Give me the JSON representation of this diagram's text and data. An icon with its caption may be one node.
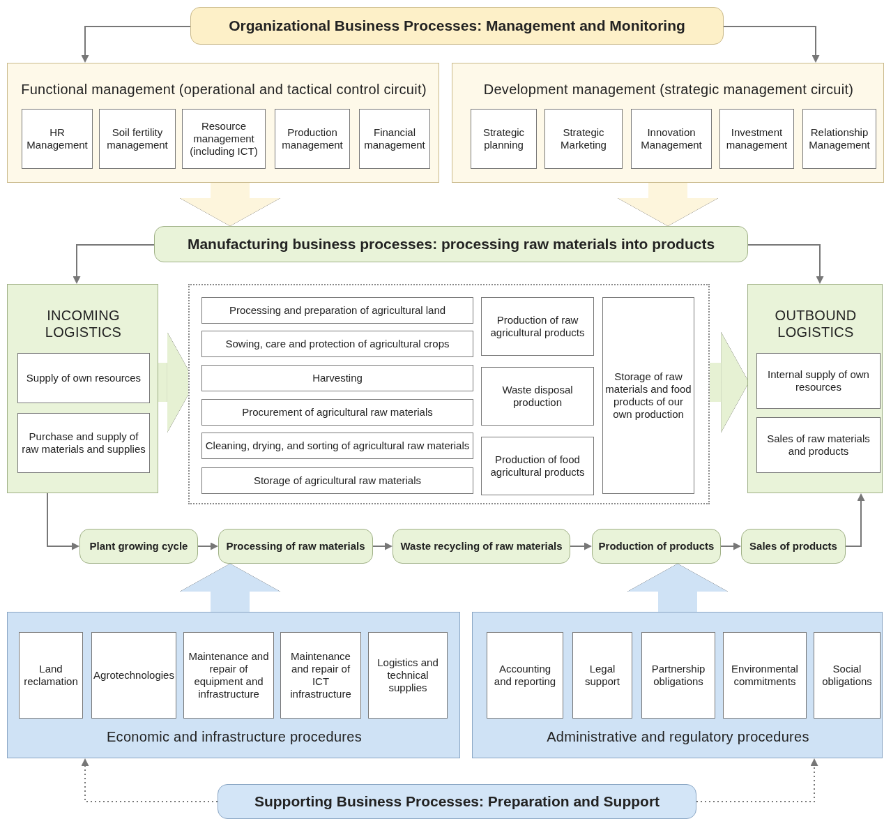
{
  "diagram": {
    "nodes": [
      {
        "text": [
          "Organizational Business Processes: Management and Monitoring"
        ]
      },
      {
        "text": [
          "Functional management (operational and tactical control circuit)"
        ]
      },
      {
        "text": [
          "HR Management"
        ],
        "in": 1
      },
      {
        "text": [
          "Soil fertility management"
        ],
        "in": 1
      },
      {
        "text": [
          "Resource management (including ICT)"
        ],
        "in": 1
      },
      {
        "text": [
          "Production management"
        ],
        "in": 1
      },
      {
        "text": [
          "Financial management"
        ],
        "in": 1
      },
      {
        "text": [
          "Development management (strategic management circuit)"
        ]
      },
      {
        "text": [
          "Strategic planning"
        ],
        "in": 7
      },
      {
        "text": [
          "Strategic Marketing"
        ],
        "in": 7
      },
      {
        "text": [
          "Innovation Management"
        ],
        "in": 7
      },
      {
        "text": [
          "Investment management"
        ],
        "in": 7
      },
      {
        "text": [
          "Relationship Management"
        ],
        "in": 7
      },
      {
        "text": [
          "Manufacturing business processes: processing raw materials into products"
        ]
      },
      {
        "text": [
          "INCOMING LOGISTICS"
        ]
      },
      {
        "text": [
          "Supply of own resources"
        ],
        "in": 14
      },
      {
        "text": [
          "Purchase and supply of raw materials and supplies"
        ],
        "in": 14
      },
      {
        "text": [],
        "shape": "box"
      },
      {
        "text": [
          "Processing and preparation of agricultural land"
        ],
        "in": 17
      },
      {
        "text": [
          "Sowing, care and protection of agricultural crops"
        ],
        "in": 17
      },
      {
        "text": [
          "Harvesting"
        ],
        "in": 17
      },
      {
        "text": [
          "Procurement of agricultural raw materials"
        ],
        "in": 17
      },
      {
        "text": [
          "Cleaning, drying, and sorting of agricultural raw materials"
        ],
        "in": 17
      },
      {
        "text": [
          "Storage of agricultural raw materials"
        ],
        "in": 17
      },
      {
        "text": [
          "Production of raw agricultural products"
        ],
        "in": 17
      },
      {
        "text": [
          "Waste disposal production"
        ],
        "in": 17
      },
      {
        "text": [
          "Production of food agricultural products"
        ],
        "in": 17
      },
      {
        "text": [
          "Storage of raw materials and food products of our own production"
        ],
        "in": 17
      },
      {
        "text": [
          "OUTBOUND LOGISTICS"
        ]
      },
      {
        "text": [
          "Internal supply of own resources"
        ],
        "in": 28
      },
      {
        "text": [
          "Sales of raw materials and products"
        ],
        "in": 28
      },
      {
        "text": [
          "Plant growing cycle"
        ]
      },
      {
        "text": [
          "Processing of raw materials"
        ]
      },
      {
        "text": [
          "Waste recycling of raw materials"
        ]
      },
      {
        "text": [
          "Production of products"
        ]
      },
      {
        "text": [
          "Sales of products"
        ]
      },
      {
        "text": [
          "Economic and infrastructure procedures"
        ]
      },
      {
        "text": [
          "Land reclamation"
        ],
        "in": 36
      },
      {
        "text": [
          "Agrotechnologies"
        ],
        "in": 36
      },
      {
        "text": [
          "Maintenance and repair of equipment and infrastructure"
        ],
        "in": 36
      },
      {
        "text": [
          "Maintenance and repair of ICT infrastructure"
        ],
        "in": 36
      },
      {
        "text": [
          "Logistics and technical supplies"
        ],
        "in": 36
      },
      {
        "text": [
          "Administrative and regulatory procedures"
        ]
      },
      {
        "text": [
          "Accounting and reporting"
        ],
        "in": 42
      },
      {
        "text": [
          "Legal support"
        ],
        "in": 42
      },
      {
        "text": [
          "Partnership obligations"
        ],
        "in": 42
      },
      {
        "text": [
          "Environmental commitments"
        ],
        "in": 42
      },
      {
        "text": [
          "Social obligations"
        ],
        "in": 42
      },
      {
        "text": [
          "Supporting Business Processes: Preparation and Support"
        ]
      }
    ],
    "edges": [
      {
        "from": 0,
        "to": 1,
        "arrow": "to"
      },
      {
        "from": 0,
        "to": 7,
        "arrow": "to"
      },
      {
        "from": 1,
        "to": 13,
        "arrow": "to",
        "style": "thick",
        "color": "#fdf5dc"
      },
      {
        "from": 7,
        "to": 13,
        "arrow": "to",
        "style": "thick",
        "color": "#fdf5dc"
      },
      {
        "from": 13,
        "to": 14,
        "arrow": "to"
      },
      {
        "from": 13,
        "to": 28,
        "arrow": "to"
      },
      {
        "from": 14,
        "to": 17,
        "arrow": "to",
        "style": "thick",
        "color": "#e6f1d3"
      },
      {
        "from": 17,
        "to": 28,
        "arrow": "to",
        "style": "thick",
        "color": "#e6f1d3"
      },
      {
        "from": 14,
        "to": 31,
        "arrow": "to"
      },
      {
        "from": 31,
        "to": 32,
        "arrow": "to"
      },
      {
        "from": 32,
        "to": 33,
        "arrow": "to"
      },
      {
        "from": 33,
        "to": 34,
        "arrow": "to"
      },
      {
        "from": 34,
        "to": 35,
        "arrow": "to"
      },
      {
        "from": 35,
        "to": 28,
        "arrow": "to"
      },
      {
        "from": 36,
        "to": 32,
        "arrow": "to",
        "style": "thick",
        "color": "#cfe2f5"
      },
      {
        "from": 42,
        "to": 34,
        "arrow": "to",
        "style": "thick",
        "color": "#cfe2f5"
      },
      {
        "from": 48,
        "to": 36,
        "arrow": "to",
        "style": "dashed"
      },
      {
        "from": 48,
        "to": 42,
        "arrow": "to",
        "style": "dashed"
      }
    ]
  }
}
